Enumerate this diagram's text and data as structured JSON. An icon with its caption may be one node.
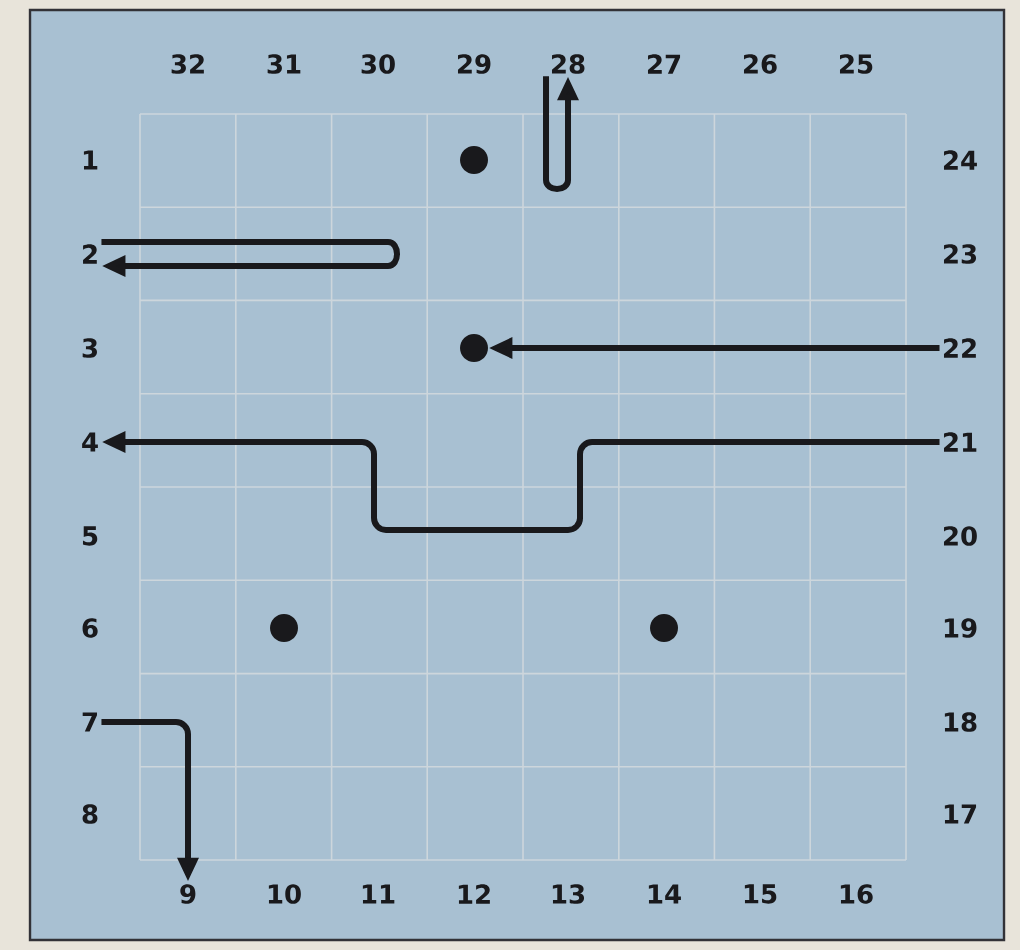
{
  "diagram": {
    "nodes": [
      {
        "text": [
          "28"
        ]
      },
      {
        "text": [],
        "shape": "circle"
      },
      {
        "text": [
          "2"
        ]
      },
      {
        "text": [],
        "shape": "circle"
      },
      {
        "text": [
          "22"
        ]
      },
      {
        "text": [
          "4"
        ]
      },
      {
        "text": [
          "21"
        ]
      },
      {
        "text": [],
        "shape": "circle"
      },
      {
        "text": [],
        "shape": "circle"
      },
      {
        "text": [
          "7"
        ]
      },
      {
        "text": [
          "9"
        ]
      }
    ],
    "edges": [
      {
        "from": 0,
        "to": 0,
        "arrow": "to"
      },
      {
        "from": 2,
        "to": 2,
        "arrow": "to"
      },
      {
        "from": 4,
        "to": 3,
        "arrow": "to"
      },
      {
        "from": 6,
        "to": 5,
        "arrow": "to"
      },
      {
        "from": 9,
        "to": 10,
        "arrow": "to"
      }
    ],
    "labels": [
      "32",
      "31",
      "30",
      "29",
      "27",
      "26",
      "25",
      "1",
      "24",
      "23",
      "3",
      "5",
      "20",
      "6",
      "19",
      "18",
      "8",
      "17",
      "10",
      "11",
      "12",
      "13",
      "14",
      "15",
      "16"
    ]
  }
}
